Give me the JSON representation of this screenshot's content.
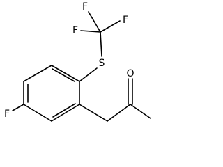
{
  "diagram": {
    "type": "chemical-structure",
    "atoms": {
      "f_top_left": "F",
      "f_top_right": "F",
      "f_mid": "F",
      "sulfur": "S",
      "oxygen": "O",
      "f_ring": "F"
    }
  }
}
